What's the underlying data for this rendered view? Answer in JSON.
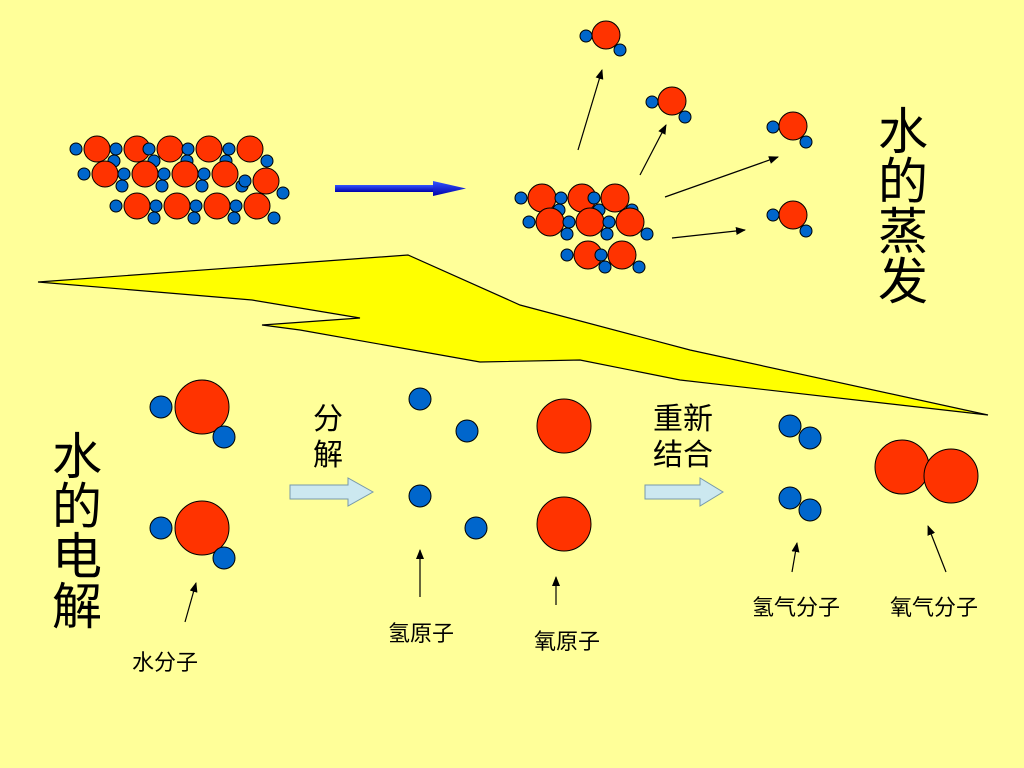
{
  "titles": {
    "evaporation": "水的蒸发",
    "electrolysis": "水的电解"
  },
  "arrow_labels": {
    "decompose": "分\n解",
    "recombine": "重新\n结合"
  },
  "labels": {
    "water_molecule": "水分子",
    "hydrogen_atom": "氢原子",
    "oxygen_atom": "氧原子",
    "hydrogen_molecule": "氢气分子",
    "oxygen_molecule": "氧气分子"
  },
  "colors": {
    "background": "#FFFF99",
    "oxygen": "#FF3300",
    "hydrogen": "#0066CC",
    "lightning": "#FFFF00",
    "process_arrow": "#CCE8F0",
    "blue_arrow": "#0000CC"
  }
}
